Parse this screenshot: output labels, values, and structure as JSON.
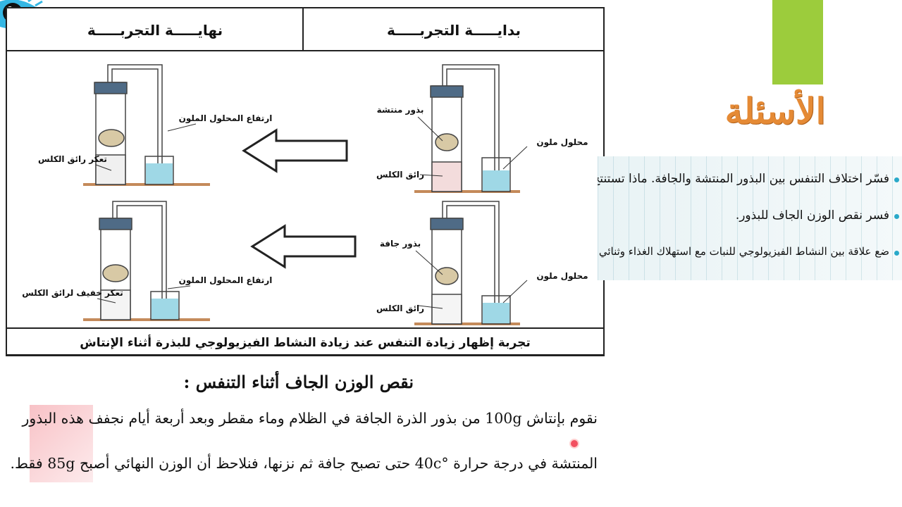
{
  "diagram": {
    "header_end": "نهايـــــة التجربـــــة",
    "header_start": "بدايـــــة التجربـــــة",
    "caption": "تجربة إظهار زيادة التنفس عند زيادة النشاط الفيزيولوجي للبذرة أثناء الإنتاش",
    "top_left_label_turbid": "تعكر رائق الكلس",
    "top_left_label_rise": "ارتفاع المحلول الملون",
    "top_right_label_seeds": "بذور منتشة",
    "top_right_label_solution": "محلول ملون",
    "top_right_label_limewater": "رائق الكلس",
    "bottom_left_label_turbid": "تعكر خفيف لرائق الكلس",
    "bottom_left_label_rise": "ارتفاع المحلول الملون",
    "bottom_right_label_seeds": "بذور جافة",
    "bottom_right_label_solution": "محلول ملون",
    "bottom_right_label_limewater": "رائق الكلس"
  },
  "questions": {
    "title": "الأسئلة",
    "items": [
      "فسّر اختلاف التنفس بين البذور المنتشة والجافة. ماذا تستنتج؟",
      "فسر نقص الوزن الجاف للبذور.",
      "ضع علاقة بين النشاط الفيزيولوجي للنبات مع استهلاك الغذاء وثنائي الأكسجين."
    ]
  },
  "text": {
    "heading": "نقص الوزن الجاف أثناء التنفس :",
    "line1": "نقوم بإنتاش 100g من بذور الذرة الجافة في الظلام وماء مقطر وبعد أربعة أيام نجفف هذه البذور",
    "line2": "المنتشة في درجة حرارة °40c حتى تصبح جافة ثم نزنها، فنلاحظ أن الوزن النهائي أصبح 85g فقط."
  },
  "colors": {
    "accent_green": "#9ccc3c",
    "title_orange": "#e58a35",
    "liquid_blue": "#9fd8e6",
    "bench_brown": "#c48a5a"
  }
}
